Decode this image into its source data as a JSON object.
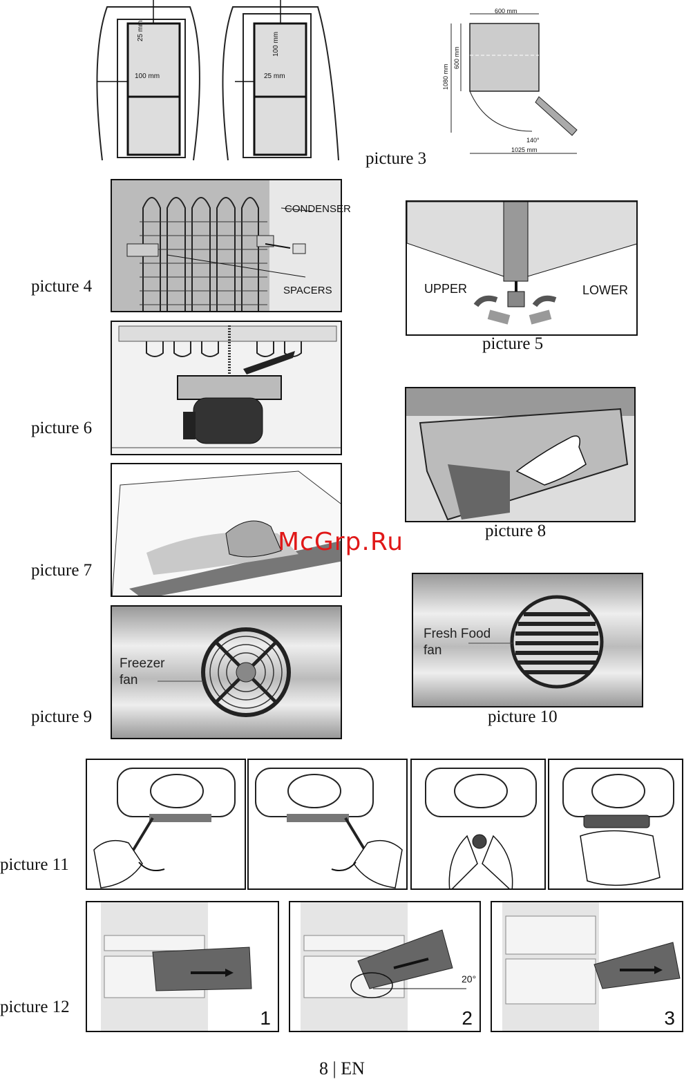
{
  "fig_top": {
    "left_dims": {
      "top_gap": "25 mm",
      "side_gap": "100 mm"
    },
    "right_dims": {
      "top_gap": "100 mm",
      "side_gap": "25 mm"
    }
  },
  "picture3": {
    "caption": "picture 3",
    "width": "600 mm",
    "depth": "600 mm",
    "height": "1080 mm",
    "angle": "140°",
    "total": "1025 mm"
  },
  "picture4": {
    "caption": "picture 4",
    "condenser": "CONDENSER",
    "spacers": "SPACERS"
  },
  "picture5": {
    "caption": "picture 5",
    "upper": "UPPER",
    "lower": "LOWER"
  },
  "picture6": {
    "caption": "picture 6"
  },
  "picture7": {
    "caption": "picture 7"
  },
  "picture8": {
    "caption": "picture 8"
  },
  "picture9": {
    "caption": "picture 9",
    "label_line1": "Freezer",
    "label_line2": "fan"
  },
  "picture10": {
    "caption": "picture 10",
    "label_line1": "Fresh Food",
    "label_line2": "fan"
  },
  "picture11": {
    "caption": "picture 11"
  },
  "picture12": {
    "caption": "picture 12",
    "steps": [
      "1",
      "2",
      "3"
    ],
    "angle": "20°"
  },
  "watermark": "McGrp.Ru",
  "footer": {
    "page": "8",
    "sep": "|",
    "lang": "EN"
  }
}
